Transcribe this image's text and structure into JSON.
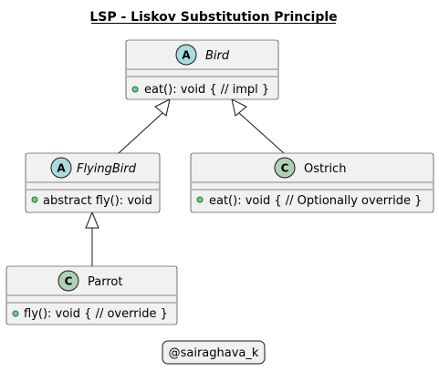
{
  "diagram": {
    "title": "LSP - Liskov Substitution Principle",
    "footer": "@sairaghava_k",
    "classes": [
      {
        "id": "bird",
        "name": "Bird",
        "kind": "abstract",
        "stereotype_letter": "A",
        "stereotype_color": "#A9DCDF",
        "members": [
          "eat(): void { // impl }"
        ]
      },
      {
        "id": "flyingbird",
        "name": "FlyingBird",
        "kind": "abstract",
        "stereotype_letter": "A",
        "stereotype_color": "#A9DCDF",
        "members": [
          "abstract fly(): void"
        ]
      },
      {
        "id": "ostrich",
        "name": "Ostrich",
        "kind": "class",
        "stereotype_letter": "C",
        "stereotype_color": "#ADD1B2",
        "members": [
          "eat(): void { // Optionally override }"
        ]
      },
      {
        "id": "parrot",
        "name": "Parrot",
        "kind": "class",
        "stereotype_letter": "C",
        "stereotype_color": "#ADD1B2",
        "members": [
          "fly(): void { // override }"
        ]
      }
    ],
    "relations": [
      {
        "from": "flyingbird",
        "to": "bird",
        "type": "inheritance"
      },
      {
        "from": "ostrich",
        "to": "bird",
        "type": "inheritance"
      },
      {
        "from": "parrot",
        "to": "flyingbird",
        "type": "inheritance"
      }
    ],
    "colors": {
      "box_fill": "#F1F1F1",
      "box_stroke": "#181818",
      "member_dot": "#84BE84",
      "member_dot_stroke": "#038048",
      "footer_fill": "#F1F1F1"
    }
  }
}
